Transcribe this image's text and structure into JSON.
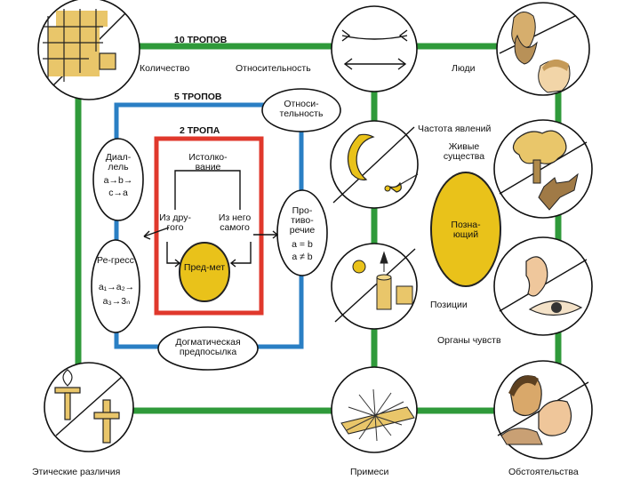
{
  "headers": {
    "ten": "10 ТРОПОВ",
    "five": "5 ТРОПОВ",
    "two": "2 ТРОПА"
  },
  "ten_tropes": {
    "quantity": "Количество",
    "relativity": "Относительность",
    "people": "Люди",
    "frequency": "Частота явлений",
    "living": "Живые существа",
    "positions": "Позиции",
    "senses": "Органы чувств",
    "circumstances": "Обстоятельства",
    "mixtures": "Примеси",
    "ethics": "Этические различия"
  },
  "knower": "Позна-ющий",
  "five_tropes": {
    "relativity": "Относи-тельность",
    "diallel": "Диал-лель",
    "diallel_formula_1": "a→b→",
    "diallel_formula_2": "c→a",
    "regress": "Ре-гресс",
    "regress_formula_1": "a₁→a₂→",
    "regress_formula_2": "a₃→3ₙ",
    "contradiction": "Про-тиво-речие",
    "contradiction_formula_1": "a = b",
    "contradiction_formula_2": "a ≠ b",
    "dogmatic": "Догматическая предпосылка"
  },
  "two_tropes": {
    "interpretation": "Истолко-вание",
    "from_other": "Из дру-гого",
    "from_itself": "Из него самого",
    "subject": "Пред-мет"
  },
  "colors": {
    "ten_frame": "#2f9a3a",
    "five_frame": "#2a7fc4",
    "two_frame": "#e0382c",
    "ellipse_fill": "#e9c21a",
    "ellipse_stroke": "#222222"
  },
  "icons": [
    "grid-square-icon",
    "arrows-icon",
    "philosopher-boy-icon",
    "moon-comet-icon",
    "tree-wolf-icon",
    "column-cube-icon",
    "ear-eye-icon",
    "ankh-cross-icon",
    "grain-icon",
    "men-icon"
  ]
}
